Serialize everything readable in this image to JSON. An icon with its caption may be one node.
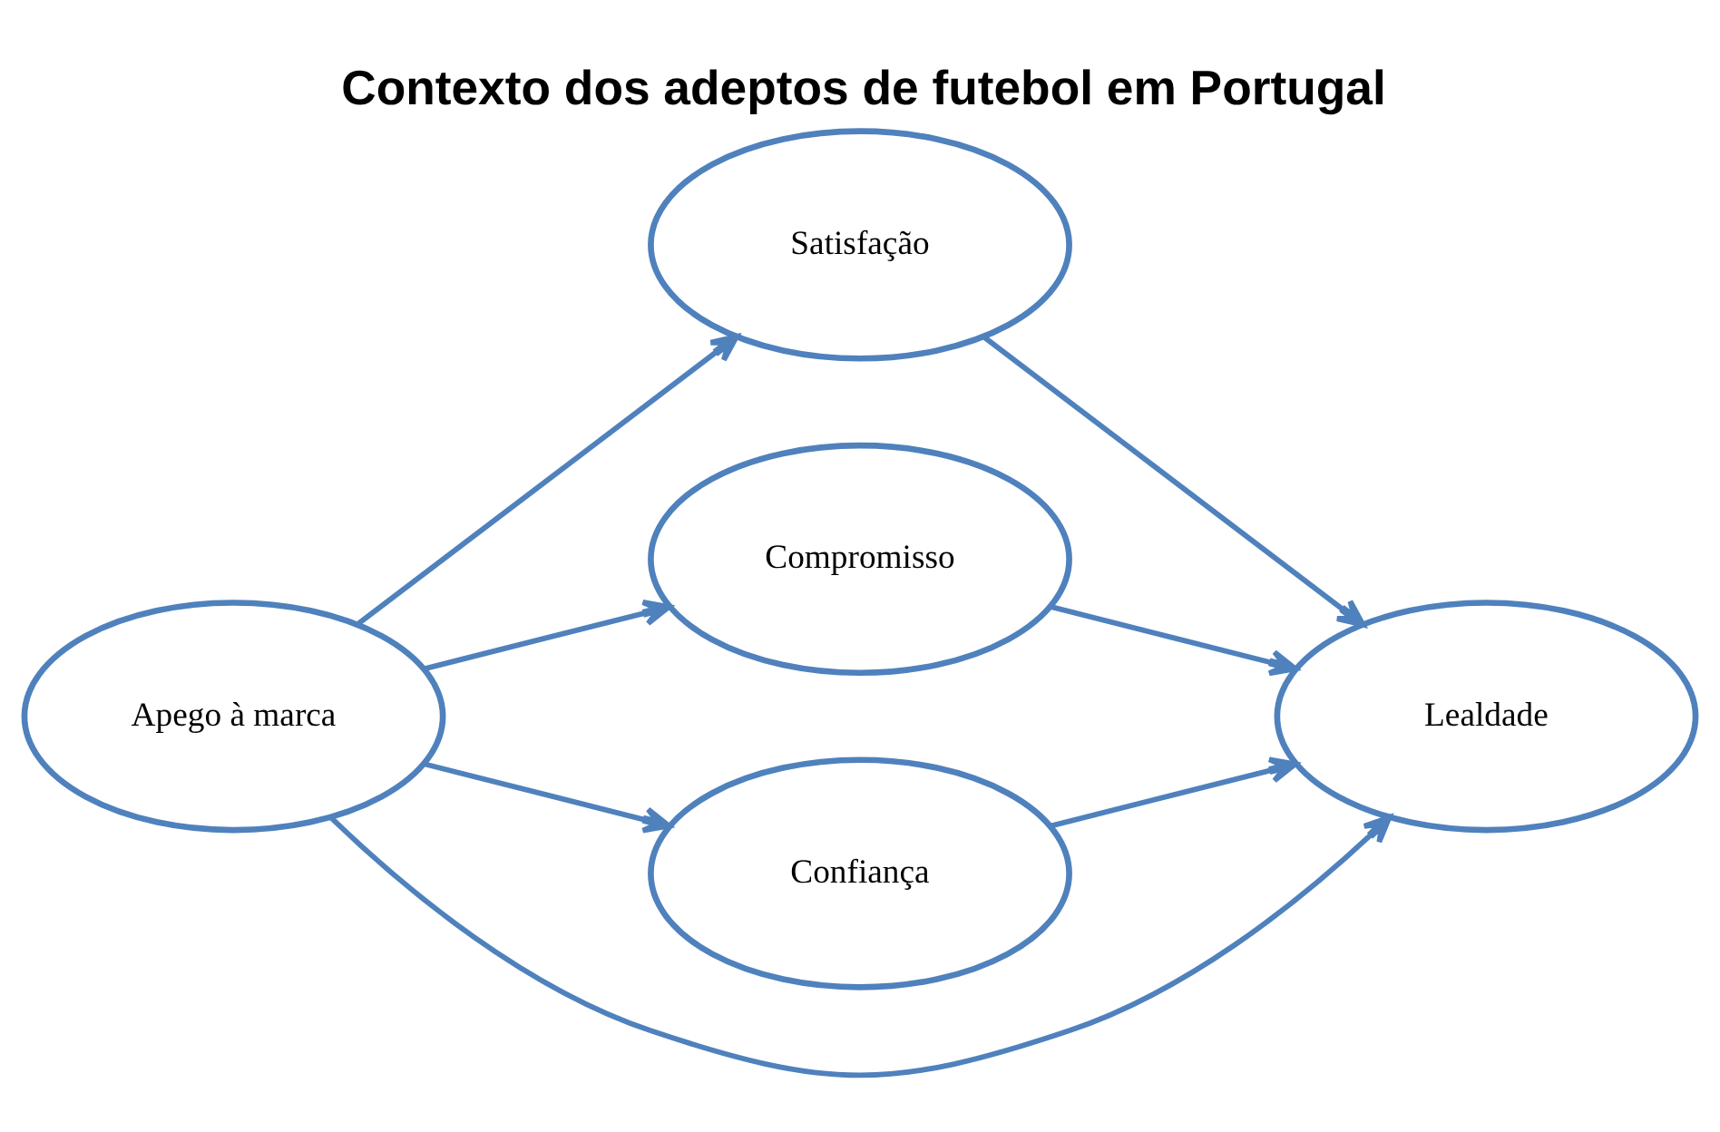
{
  "diagram": {
    "title": "Contexto dos adeptos de futebol em Portugal",
    "nodes": [
      {
        "text": [
          "Apego à marca"
        ]
      },
      {
        "text": [
          "Satisfação"
        ]
      },
      {
        "text": [
          "Compromisso"
        ]
      },
      {
        "text": [
          "Confiança"
        ]
      },
      {
        "text": [
          "Lealdade"
        ]
      }
    ],
    "edges": [
      {
        "from": 0,
        "to": 1,
        "arrow": "to"
      },
      {
        "from": 0,
        "to": 2,
        "arrow": "to"
      },
      {
        "from": 0,
        "to": 3,
        "arrow": "to"
      },
      {
        "from": 1,
        "to": 4,
        "arrow": "to"
      },
      {
        "from": 2,
        "to": 4,
        "arrow": "to"
      },
      {
        "from": 3,
        "to": 4,
        "arrow": "to"
      },
      {
        "from": 0,
        "to": 4,
        "arrow": "to"
      }
    ]
  }
}
